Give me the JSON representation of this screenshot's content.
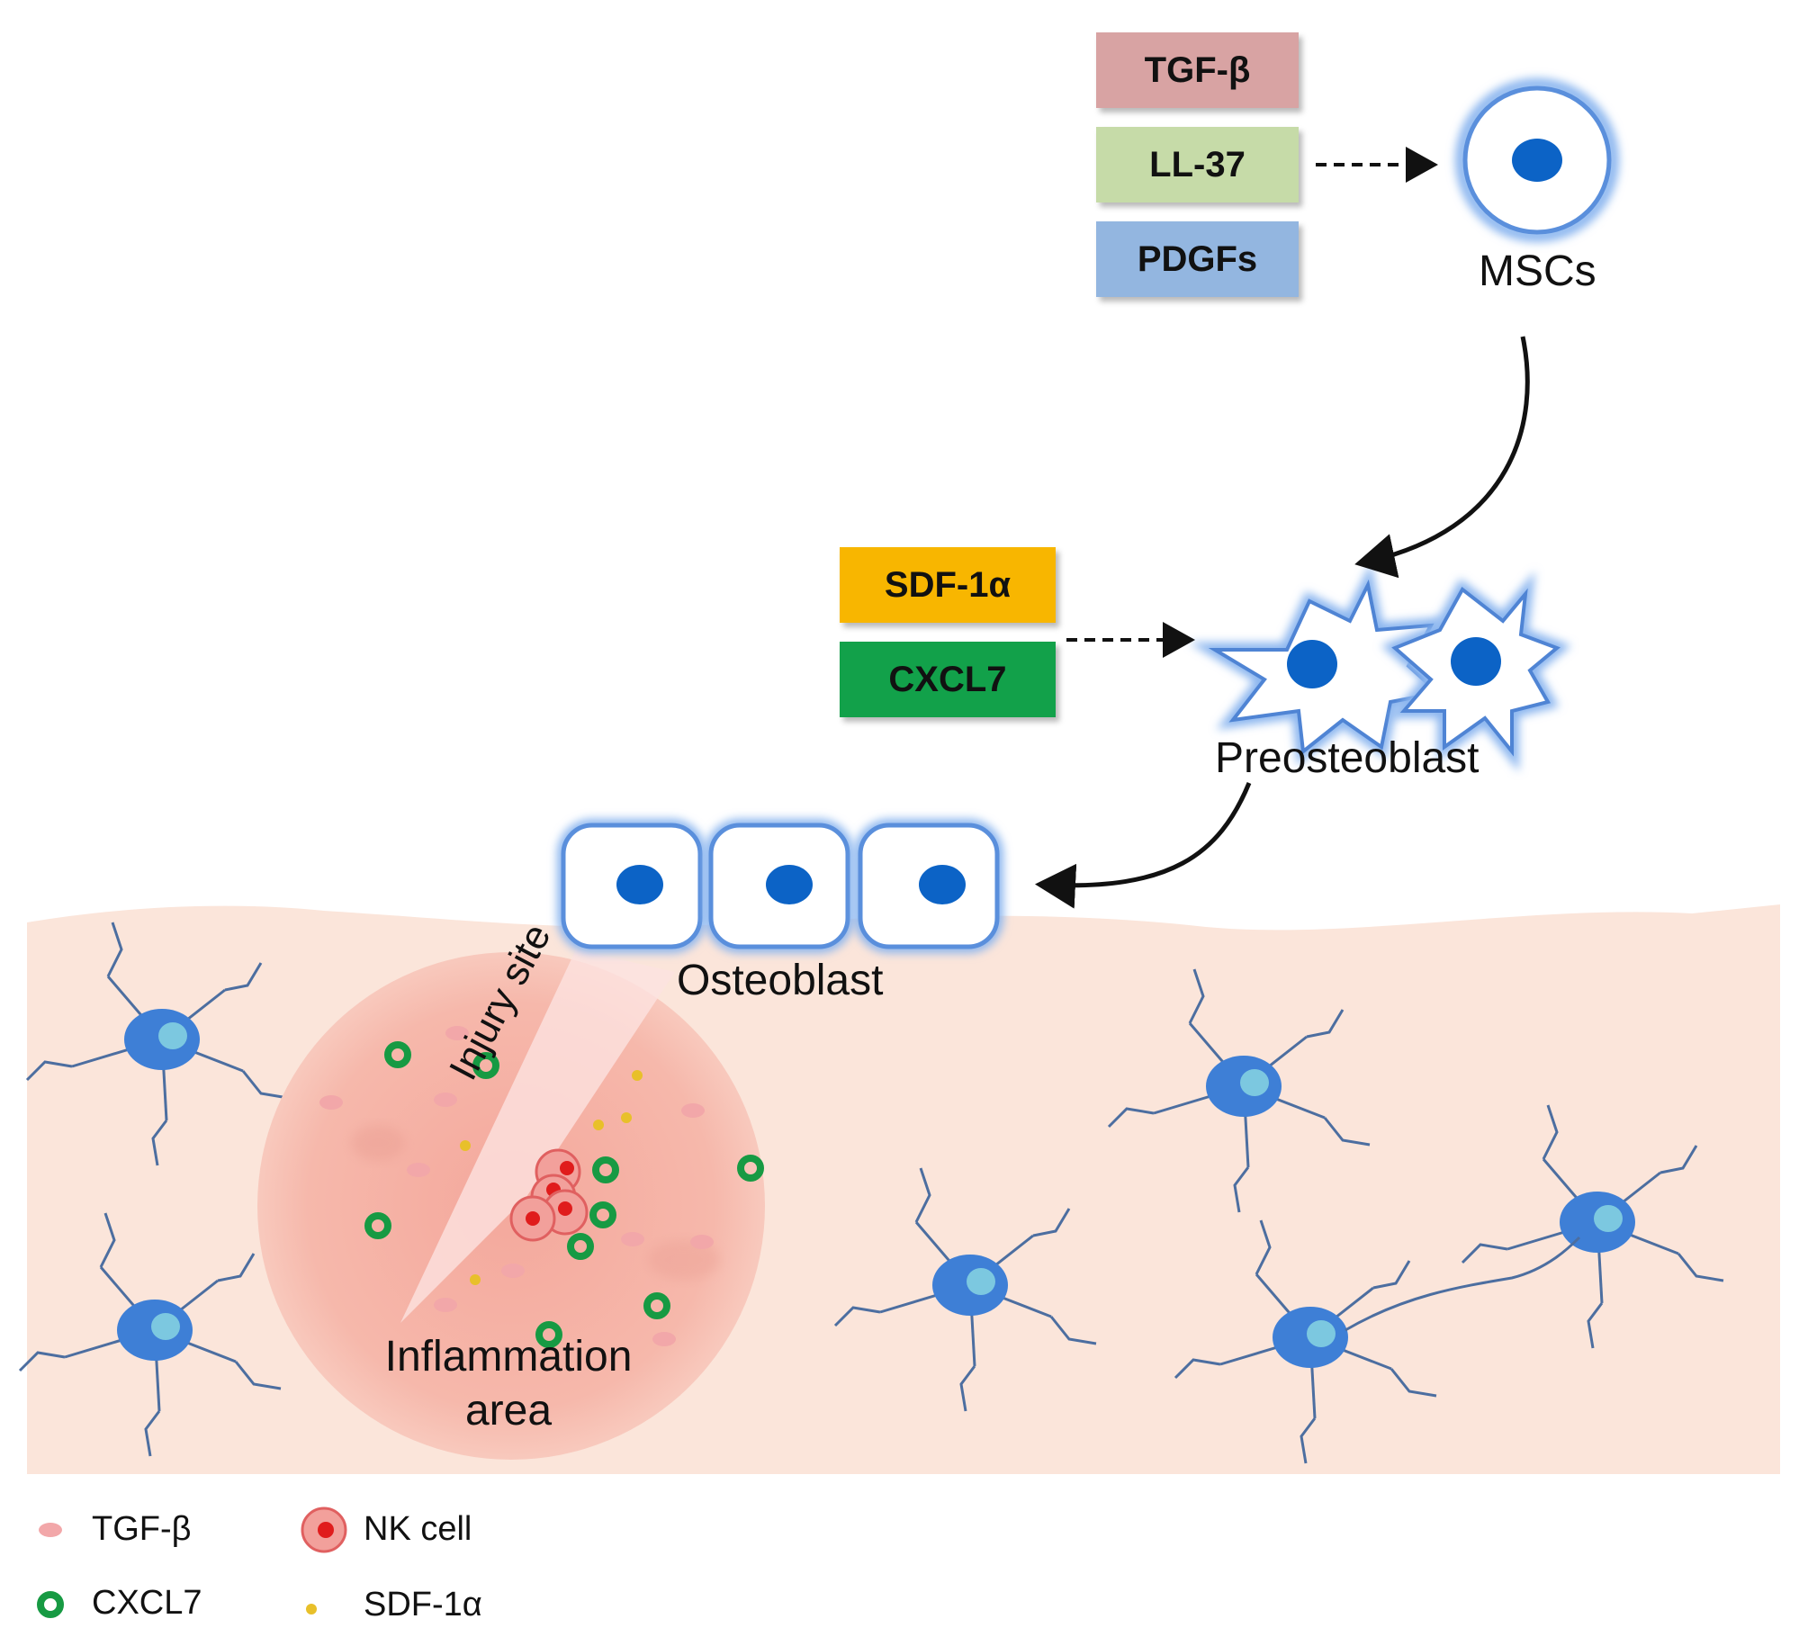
{
  "boxes": {
    "tgf": {
      "text": "TGF-β",
      "color": "#d8a3a3"
    },
    "ll37": {
      "text": "LL-37",
      "color": "#c6dba8"
    },
    "pdgf": {
      "text": "PDGFs",
      "color": "#93b6e0"
    },
    "sdf": {
      "text": "SDF-1α",
      "color": "#f8b600"
    },
    "cxcl": {
      "text": "CXCL7",
      "color": "#12a14a"
    }
  },
  "labels": {
    "mscs": "MSCs",
    "preosteoblast": "Preosteoblast",
    "osteoblast": "Osteoblast",
    "injury_site": "Injury site",
    "inflammation_area": "Inflammation area"
  },
  "legend": {
    "tgf": "TGF-β",
    "cxcl7": "CXCL7",
    "nk_cell": "NK cell",
    "sdf": "SDF-1α"
  },
  "colors": {
    "bone_matrix": "#fbe5da",
    "inflammation": "#f6b7ab",
    "cell_outline": "#5a8fdc",
    "nucleus": "#0c63c6",
    "osteocyte_body": "#3e7fd6",
    "osteocyte_nucleus": "#7cc8e0",
    "cxcl7_marker": "#179a43",
    "sdf_marker": "#e8c02a",
    "tgf_marker": "#f2a7a9",
    "nk_cell": "#e63030"
  }
}
